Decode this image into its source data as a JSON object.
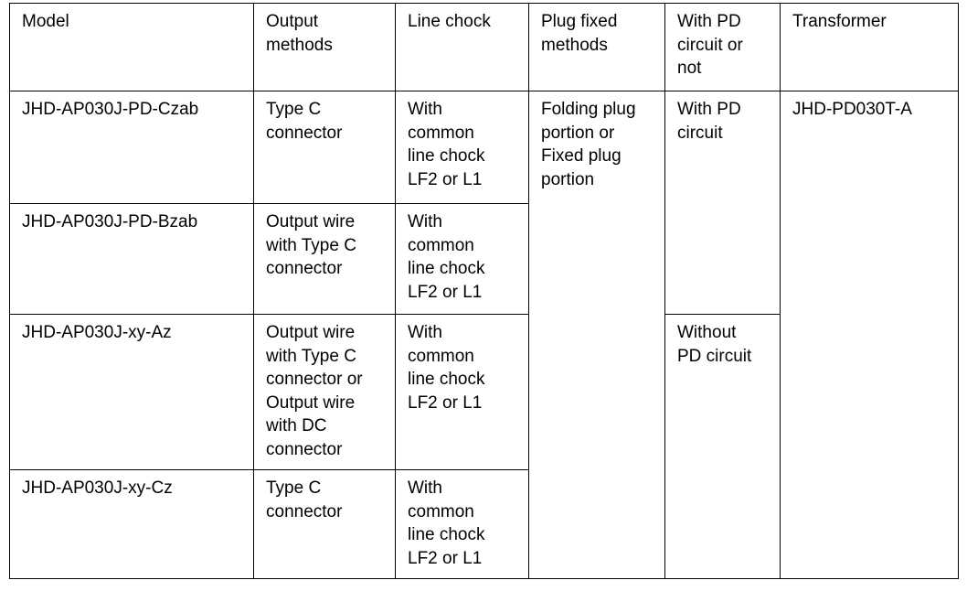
{
  "table": {
    "name": "model-specification-table",
    "columns": [
      {
        "key": "model",
        "header": "Model"
      },
      {
        "key": "output",
        "header": "Output\nmethods"
      },
      {
        "key": "chock",
        "header": "Line chock"
      },
      {
        "key": "plug",
        "header": "Plug fixed\nmethods"
      },
      {
        "key": "pd",
        "header": "With PD\ncircuit or\nnot"
      },
      {
        "key": "transformer",
        "header": "Transformer"
      }
    ],
    "rows": [
      {
        "model": "JHD-AP030J-PD-Czab",
        "output": "Type C\nconnector",
        "chock": "With\ncommon\nline chock\nLF2 or L1",
        "plug": "Folding plug\nportion or\nFixed plug\nportion",
        "pd": "With PD\ncircuit",
        "transformer": "JHD-PD030T-A"
      },
      {
        "model": "JHD-AP030J-PD-Bzab",
        "output": "Output wire\nwith Type C\nconnector",
        "chock": "With\ncommon\nline chock\nLF2 or L1"
      },
      {
        "model": "JHD-AP030J-xy-Az",
        "output": "Output wire\nwith Type C\nconnector or\nOutput wire\nwith DC\nconnector",
        "chock": "With\ncommon\nline chock\nLF2 or L1",
        "pd": "Without\nPD circuit"
      },
      {
        "model": "JHD-AP030J-xy-Cz",
        "output": "Type C\nconnector",
        "chock": "With\ncommon\nline chock\nLF2 or L1"
      }
    ]
  },
  "colors": {
    "border": "#000000",
    "text": "#000000",
    "background": "#ffffff"
  }
}
